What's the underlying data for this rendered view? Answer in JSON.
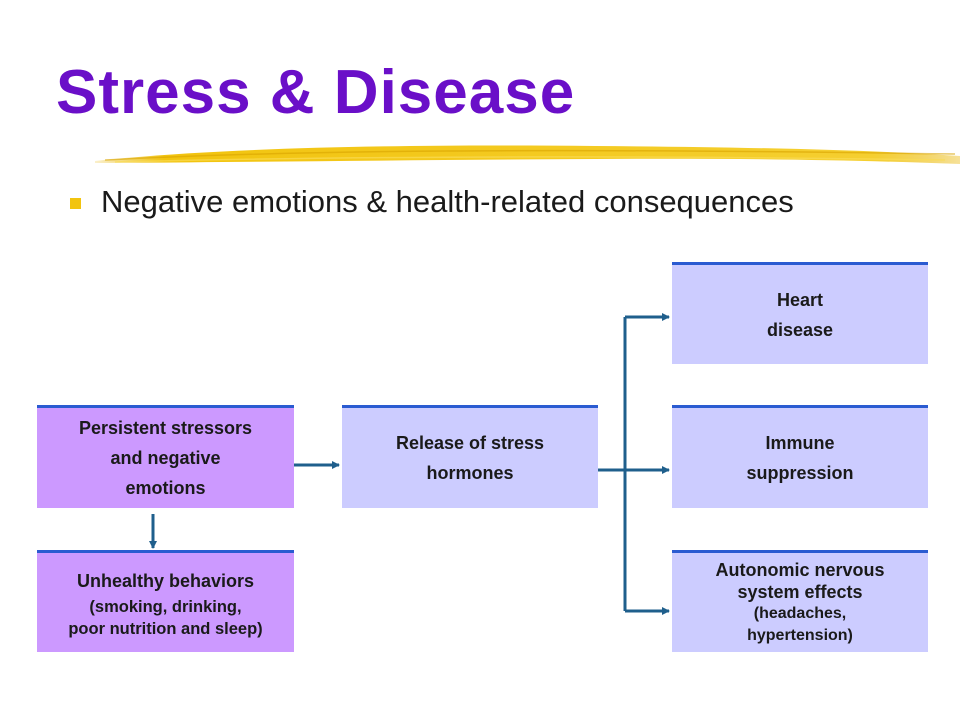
{
  "title": "Stress & Disease",
  "bullet": "Negative emotions & health-related consequences",
  "colors": {
    "title": "#6a0fc8",
    "bullet": "#f2c40f",
    "box_purple": "#cc99ff",
    "box_lavender": "#ccccff",
    "box_border": "#2a5bd1",
    "arrow": "#1f5f8c",
    "underline": "#f2c40f"
  },
  "boxes": {
    "stressors": {
      "line1": "Persistent stressors",
      "line2": "and negative",
      "line3": "emotions"
    },
    "behaviors": {
      "line1": "Unhealthy behaviors",
      "line2": "(smoking, drinking,",
      "line3": "poor nutrition and sleep)"
    },
    "hormones": {
      "line1": "Release of stress",
      "line2": "hormones"
    },
    "heart": {
      "line1": "Heart",
      "line2": "disease"
    },
    "immune": {
      "line1": "Immune",
      "line2": "suppression"
    },
    "autonomic": {
      "line1": "Autonomic nervous",
      "line2": "system effects",
      "line3": "(headaches,",
      "line4": "hypertension)"
    }
  }
}
